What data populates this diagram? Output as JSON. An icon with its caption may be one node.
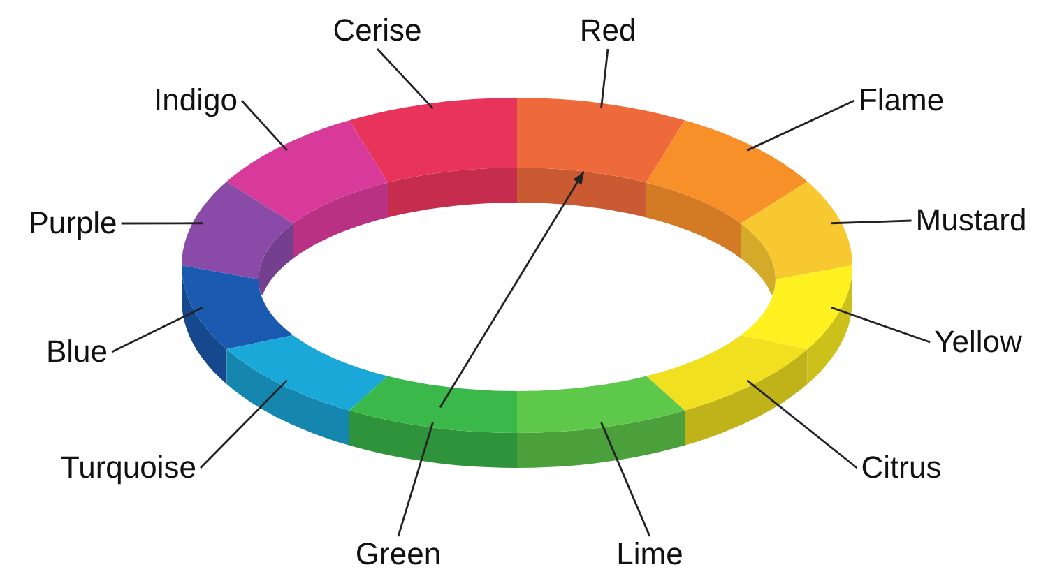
{
  "diagram": {
    "nodes": [
      {
        "text": [
          "Cerise"
        ]
      },
      {
        "text": [
          "Red"
        ]
      },
      {
        "text": [
          "Indigo"
        ]
      },
      {
        "text": [
          "Flame"
        ]
      },
      {
        "text": [
          "Purple"
        ]
      },
      {
        "text": [
          "Mustard"
        ]
      },
      {
        "text": [
          "Blue"
        ]
      },
      {
        "text": [
          "Yellow"
        ]
      },
      {
        "text": [
          "Turquoise"
        ]
      },
      {
        "text": [
          "Citrus"
        ]
      },
      {
        "text": [
          "Green"
        ]
      },
      {
        "text": [
          "Lime"
        ]
      },
      {
        "text": [],
        "shape": "segment"
      },
      {
        "text": [],
        "shape": "segment"
      },
      {
        "text": [],
        "shape": "segment"
      },
      {
        "text": [],
        "shape": "segment"
      },
      {
        "text": [],
        "shape": "segment"
      },
      {
        "text": [],
        "shape": "segment"
      },
      {
        "text": [],
        "shape": "segment"
      },
      {
        "text": [],
        "shape": "segment"
      },
      {
        "text": [],
        "shape": "segment"
      },
      {
        "text": [],
        "shape": "segment"
      },
      {
        "text": [],
        "shape": "segment"
      },
      {
        "text": [],
        "shape": "segment"
      }
    ],
    "edges": [
      {
        "from": 0,
        "to": 12,
        "arrow": "none"
      },
      {
        "from": 1,
        "to": 13,
        "arrow": "none"
      },
      {
        "from": 2,
        "to": 14,
        "arrow": "none"
      },
      {
        "from": 3,
        "to": 15,
        "arrow": "none"
      },
      {
        "from": 4,
        "to": 16,
        "arrow": "none"
      },
      {
        "from": 5,
        "to": 17,
        "arrow": "none"
      },
      {
        "from": 6,
        "to": 18,
        "arrow": "none"
      },
      {
        "from": 7,
        "to": 19,
        "arrow": "none"
      },
      {
        "from": 8,
        "to": 20,
        "arrow": "none"
      },
      {
        "from": 9,
        "to": 21,
        "arrow": "none"
      },
      {
        "from": 10,
        "to": 22,
        "arrow": "none"
      },
      {
        "from": 11,
        "to": 23,
        "arrow": "none"
      },
      {
        "from": 22,
        "to": 13,
        "arrow": "to"
      }
    ]
  }
}
